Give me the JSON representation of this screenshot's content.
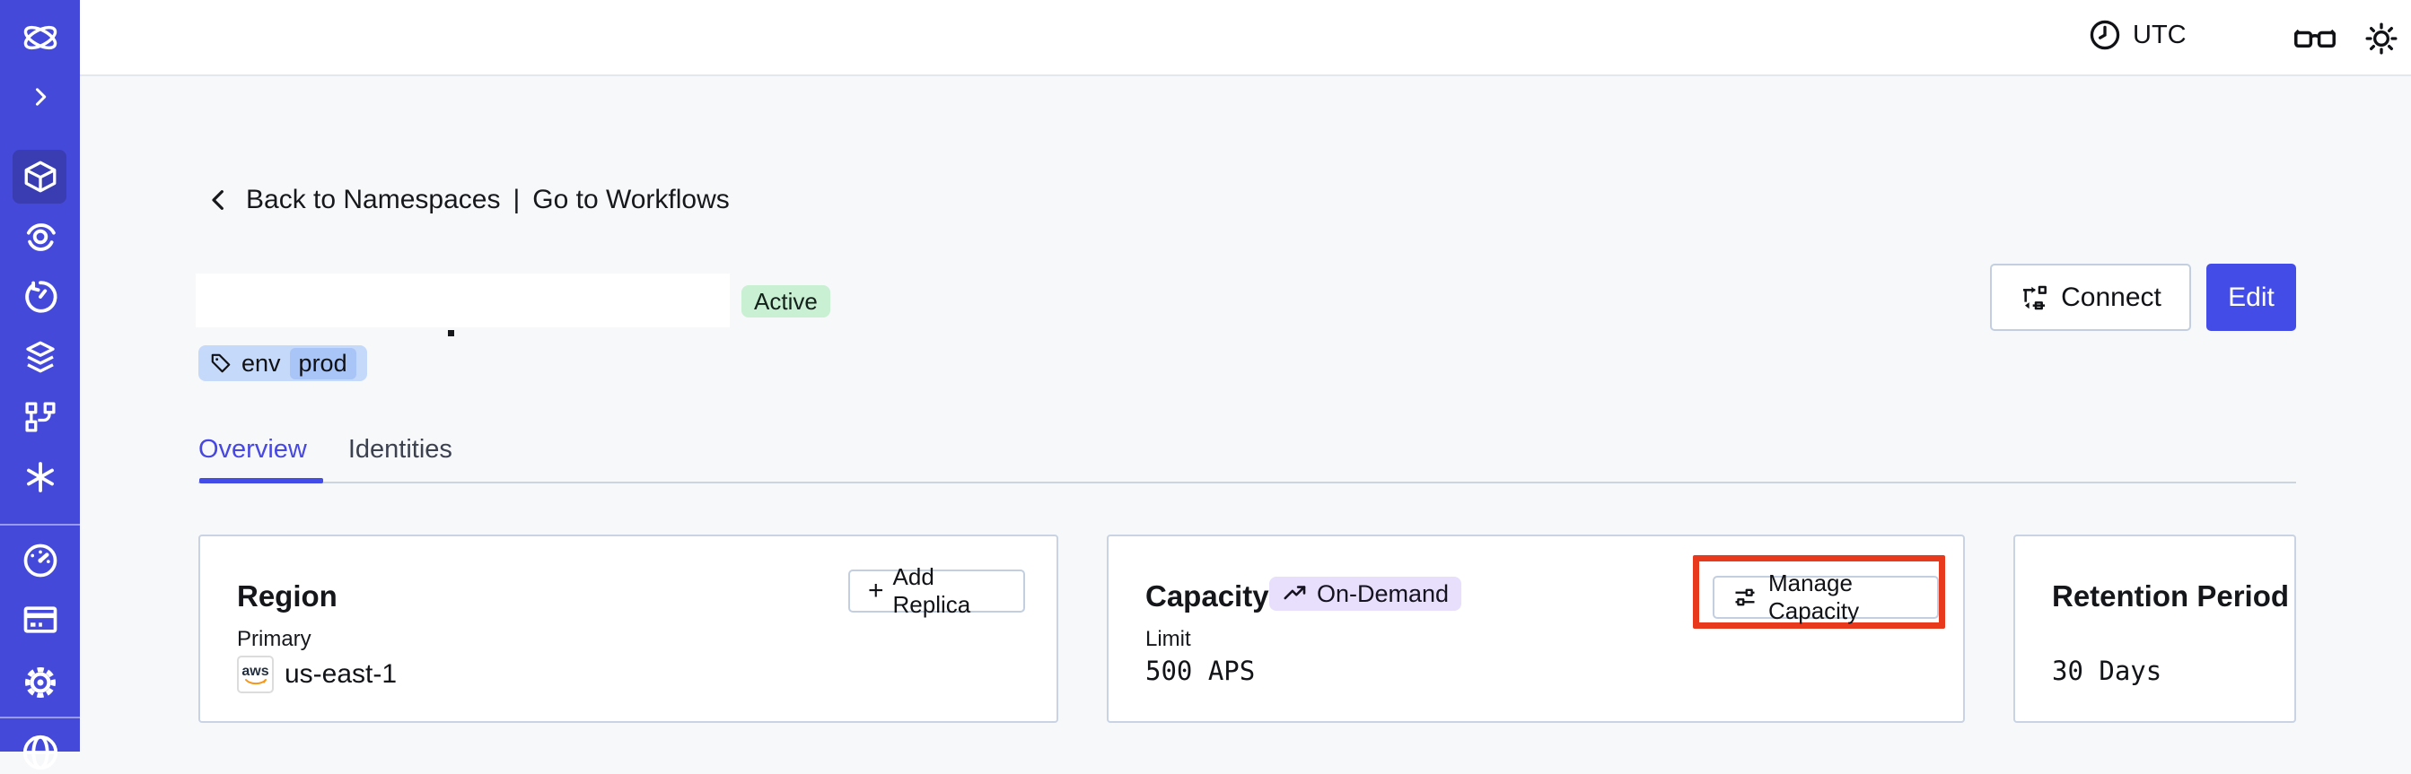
{
  "topbar": {
    "timezone": "UTC"
  },
  "breadcrumb": {
    "back_label": "Back to Namespaces",
    "separator": "|",
    "workflows_label": "Go to Workflows"
  },
  "namespace": {
    "status_badge": "Active",
    "tag_key": "env",
    "tag_value": "prod"
  },
  "header_actions": {
    "connect_label": "Connect",
    "edit_label": "Edit"
  },
  "tabs": [
    {
      "label": "Overview",
      "active": true
    },
    {
      "label": "Identities",
      "active": false
    }
  ],
  "cards": {
    "region": {
      "title": "Region",
      "add_replica_label": "Add Replica",
      "plus_glyph": "+",
      "field_label": "Primary",
      "provider": "aws",
      "value": "us-east-1"
    },
    "capacity": {
      "title": "Capacity",
      "badge_label": "On-Demand",
      "manage_label": "Manage Capacity",
      "field_label": "Limit",
      "value": "500 APS"
    },
    "retention": {
      "title": "Retention Period",
      "value": "30 Days"
    }
  },
  "colors": {
    "sidebar_bg": "#4549d9",
    "sidebar_active_tile": "#3a3db1",
    "accent_indigo": "#444ce7",
    "status_badge_bg": "#c9f0d3",
    "tag_chip_bg": "#c5d9fb",
    "tag_inner_bg": "#a9c4f6",
    "ondemand_badge_bg": "#e7dffb",
    "highlight_red": "#e8391c",
    "card_border": "#c9d3e3",
    "aws_orange": "#f4981d",
    "content_bg": "#f7f8fa"
  },
  "icons": [
    "temporal-logo-icon",
    "chevron-right-icon",
    "cube-icon",
    "spiral-icon",
    "timer-icon",
    "layers-icon",
    "branch-icon",
    "asterisk-icon",
    "gauge-icon",
    "credit-card-icon",
    "gear-icon",
    "globe-icon",
    "clock-icon",
    "glasses-icon",
    "sun-icon",
    "back-chevron-icon",
    "tag-icon",
    "connect-icon",
    "plus-icon",
    "trending-up-icon",
    "sliders-icon",
    "aws-logo-icon"
  ]
}
